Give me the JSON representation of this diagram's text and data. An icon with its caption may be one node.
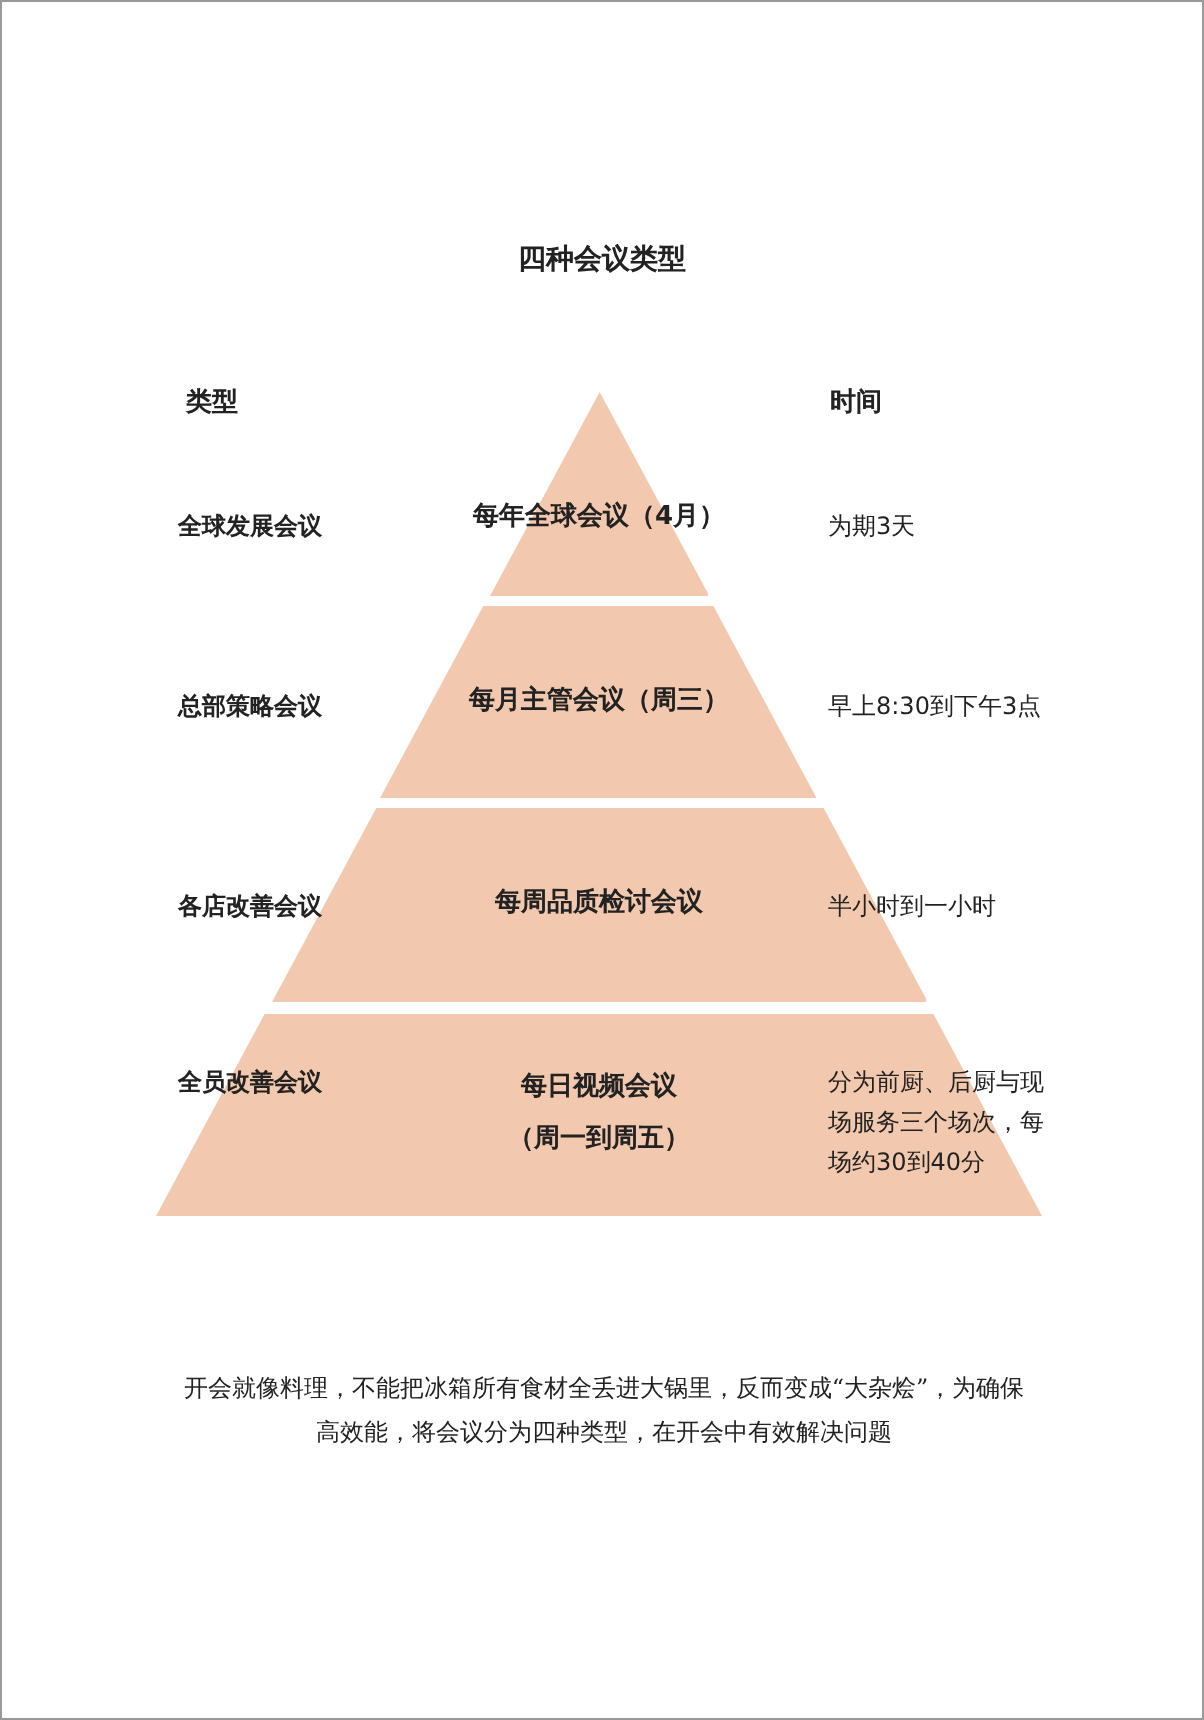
{
  "diagram": {
    "title": "四种会议类型",
    "nodes": [
      {
        "text": [
          "每年全球会议（4月）"
        ]
      },
      {
        "text": [
          "每月主管会议（周三）"
        ]
      },
      {
        "text": [
          "每周品质检讨会议"
        ]
      },
      {
        "text": [
          "每日视频会议（周一到周五）"
        ]
      }
    ],
    "labels": [
      "类型",
      "时间",
      "全球发展会议",
      "为期3天",
      "总部策略会议",
      "早上8:30到下午3点",
      "各店改善会议",
      "半小时到一小时",
      "全员改善会议",
      "分为前厨、后厨与现场服务三个场次，每场约30到40分"
    ],
    "caption": "开会就像料理，不能把冰箱所有食材全丢进大锅里，反而变成“大杂烩”，为确保高效能，将会议分为四种类型，在开会中有效解决问题"
  }
}
